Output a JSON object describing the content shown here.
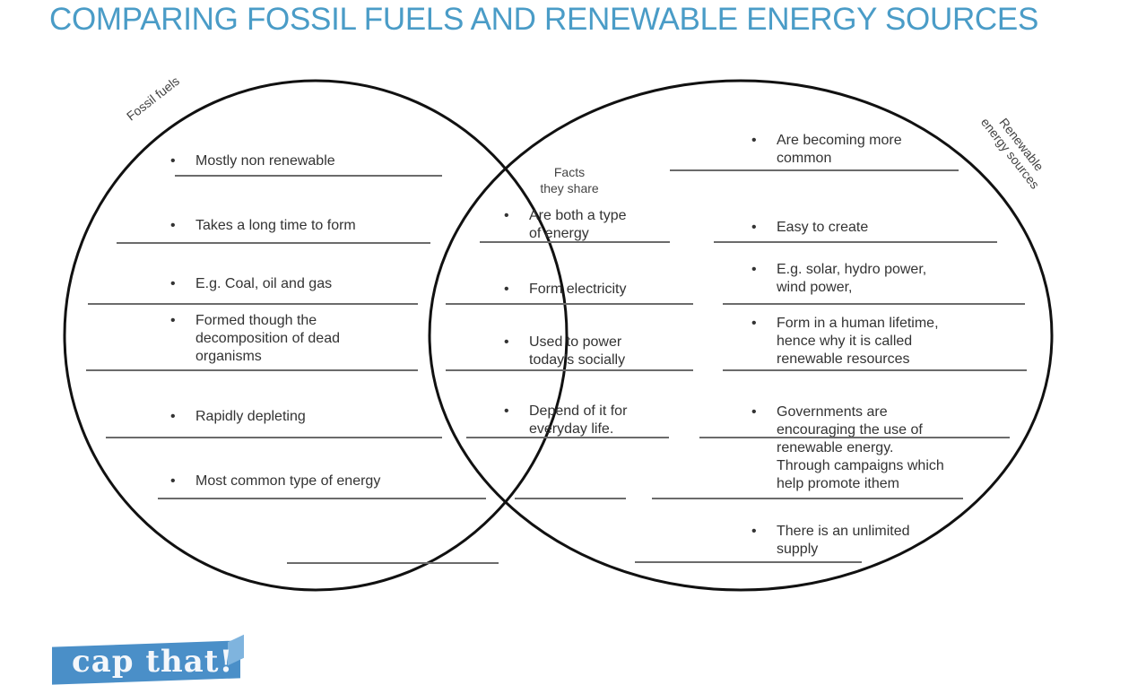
{
  "title": "COMPARING FOSSIL FUELS AND RENEWABLE ENERGY SOURCES",
  "colors": {
    "title": "#4a9cc7",
    "logo_bg": "#4a8fc8",
    "text": "#333333",
    "rules": "#6b6b6b"
  },
  "diagram": {
    "type": "venn",
    "left_circle": {
      "label": "Fossil fuels",
      "items": [
        "Mostly non renewable",
        "Takes a long time to form",
        "E.g. Coal, oil and gas",
        "Formed though the\ndecomposition of dead\norganisms",
        "Rapidly depleting",
        "Most common type of energy"
      ]
    },
    "overlap": {
      "label": "Facts\nthey share",
      "items": [
        "Are both a type\nof energy",
        "Form electricity",
        "Used to power\ntoday's socially",
        "Depend of it for\neveryday life."
      ]
    },
    "right_circle": {
      "label": "Renewable\nenergy sources",
      "items": [
        "Are becoming more\ncommon",
        "Easy to create",
        "E.g. solar, hydro power,\nwind power,",
        "Form in a human lifetime,\nhence why it is called\nrenewable resources",
        "Governments are\nencouraging the use of\nrenewable energy.\nThrough campaigns which\nhelp promote ithem",
        "There is an unlimited\nsupply"
      ]
    }
  },
  "bullet_glyph": "•",
  "logo": {
    "text": "cap that!"
  }
}
